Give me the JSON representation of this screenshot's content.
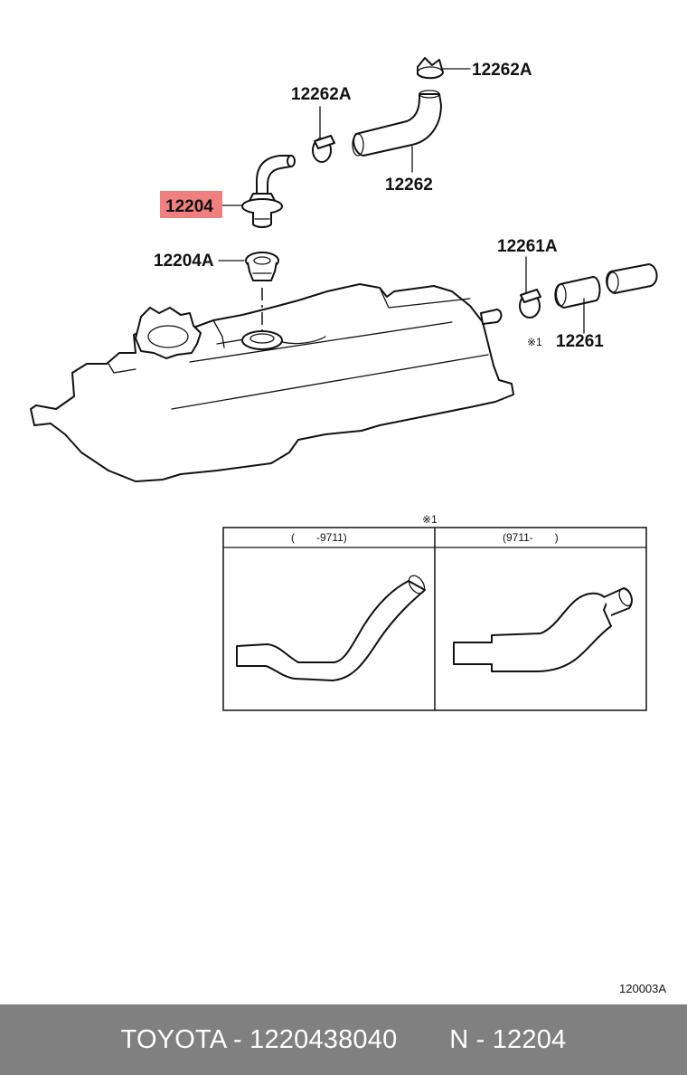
{
  "callouts": {
    "hose_clamp_top": "12262A",
    "hose_clamp_left": "12262A",
    "hose_upper": "12262",
    "pcv_valve": "12204",
    "grommet": "12204A",
    "hose_clamp_right": "12261A",
    "hose_lower": "12261",
    "note_marker": "※1"
  },
  "inset": {
    "title": "※1",
    "col_left": "(　　-9711)",
    "col_right": "(9711-　　)"
  },
  "illustration_id": "120003A",
  "highlight_color": "#f08080",
  "footer": {
    "text": "TOYOTA - 1220438040       N - 12204"
  }
}
